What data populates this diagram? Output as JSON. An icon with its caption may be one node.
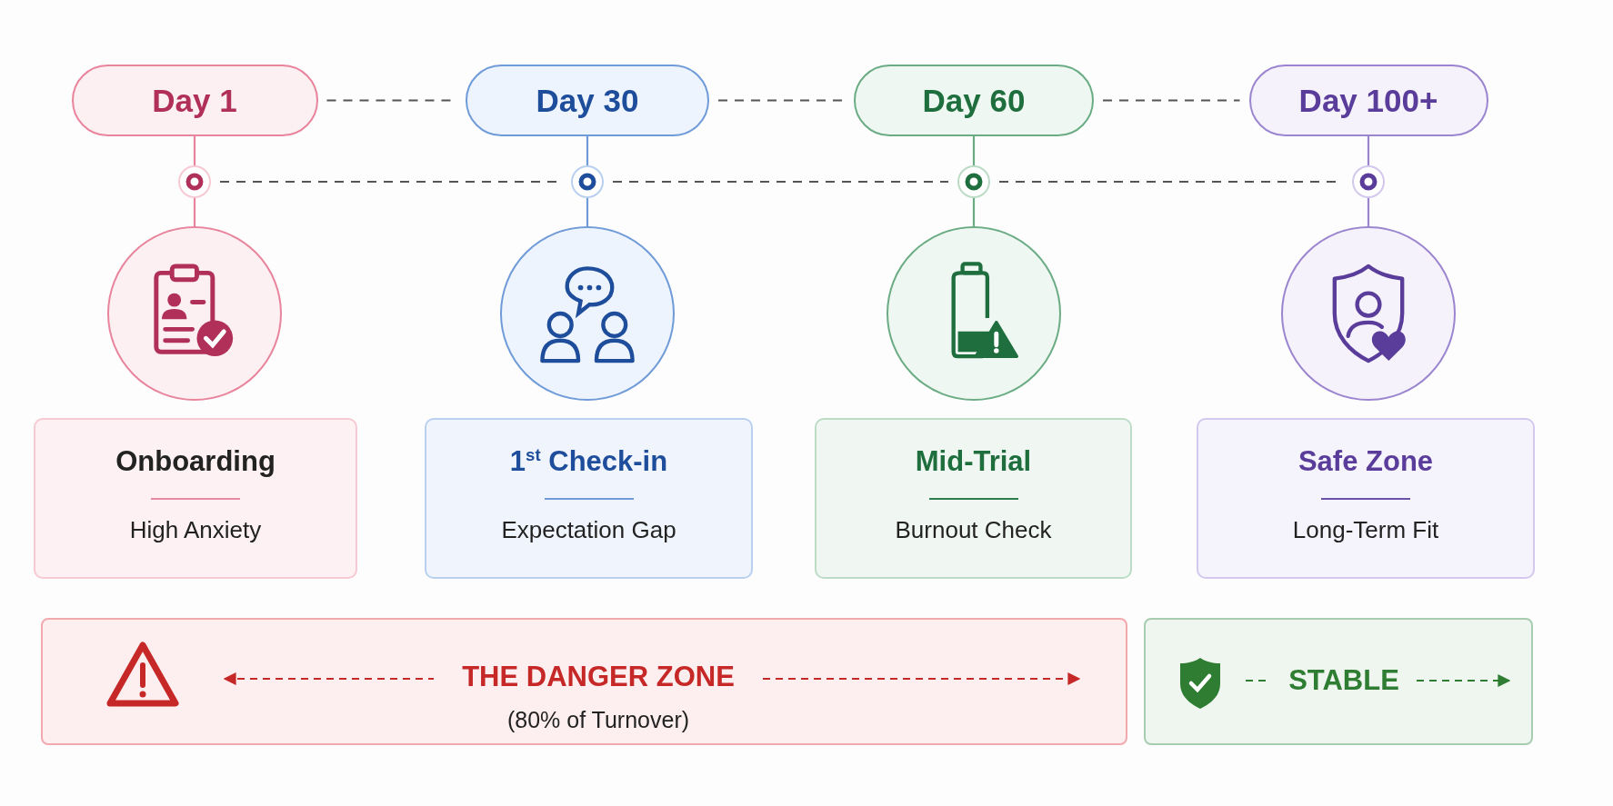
{
  "diagram": {
    "nodes": [
      {
        "text": [
          "Day 1"
        ]
      },
      {
        "text": [
          "Day 30"
        ]
      },
      {
        "text": [
          "Day 60"
        ]
      },
      {
        "text": [
          "Day 100+"
        ]
      },
      {
        "text": [],
        "shape": "circle"
      },
      {
        "text": [],
        "shape": "circle"
      },
      {
        "text": [],
        "shape": "circle"
      },
      {
        "text": [],
        "shape": "circle"
      },
      {
        "text": [],
        "shape": "circle"
      },
      {
        "text": [],
        "shape": "circle"
      },
      {
        "text": [],
        "shape": "circle"
      },
      {
        "text": [],
        "shape": "circle"
      },
      {
        "text": [
          "Onboarding",
          "High Anxiety"
        ]
      },
      {
        "text": [
          "1$^{st}$ Check-in",
          "Expectation Gap"
        ]
      },
      {
        "text": [
          "Mid-Trial",
          "Burnout Check"
        ]
      },
      {
        "text": [
          "Safe Zone",
          "Long-Term Fit"
        ]
      },
      {
        "text": [
          "THE DANGER ZONE",
          "(80% of Turnover)"
        ]
      },
      {
        "text": [
          "STABLE"
        ]
      }
    ],
    "edges": [
      {
        "from": 0,
        "to": 1,
        "arrow": "none",
        "style": "dashed",
        "color": "#555555"
      },
      {
        "from": 1,
        "to": 2,
        "arrow": "none",
        "style": "dashed",
        "color": "#555555"
      },
      {
        "from": 2,
        "to": 3,
        "arrow": "none",
        "style": "dashed",
        "color": "#555555"
      },
      {
        "from": 4,
        "to": 5,
        "arrow": "none",
        "style": "dashed",
        "color": "#555555"
      },
      {
        "from": 5,
        "to": 6,
        "arrow": "none",
        "style": "dashed",
        "color": "#555555"
      },
      {
        "from": 6,
        "to": 7,
        "arrow": "none",
        "style": "dashed",
        "color": "#555555"
      },
      {
        "from": 0,
        "to": 4,
        "arrow": "none",
        "color": "#e8849c"
      },
      {
        "from": 1,
        "to": 5,
        "arrow": "none",
        "color": "#6f9bd8"
      },
      {
        "from": 2,
        "to": 6,
        "arrow": "none",
        "color": "#6bac84"
      },
      {
        "from": 3,
        "to": 7,
        "arrow": "none",
        "color": "#9b85cf"
      },
      {
        "from": 4,
        "to": 8,
        "arrow": "none",
        "color": "#e8849c"
      },
      {
        "from": 5,
        "to": 9,
        "arrow": "none",
        "color": "#6f9bd8"
      },
      {
        "from": 6,
        "to": 10,
        "arrow": "none",
        "color": "#6bac84"
      },
      {
        "from": 7,
        "to": 11,
        "arrow": "none",
        "color": "#9b85cf"
      }
    ]
  }
}
